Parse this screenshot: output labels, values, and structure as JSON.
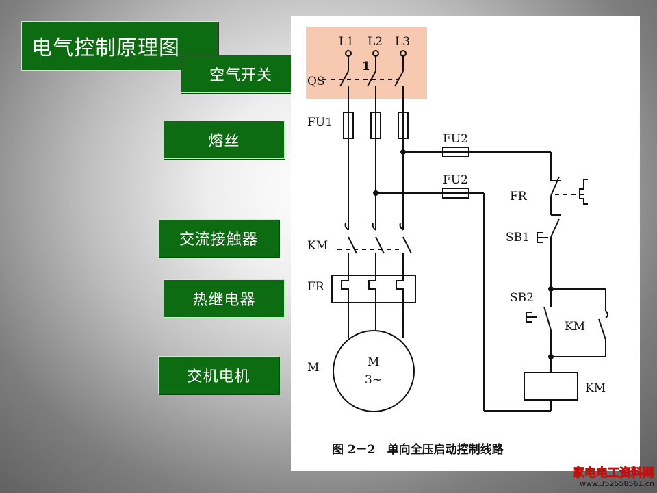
{
  "title": "电气控制原理图",
  "callouts": {
    "qs": "空气开关",
    "fu": "熔丝",
    "km": "交流接触器",
    "fr": "热继电器",
    "motor": "交机电机"
  },
  "diagram": {
    "phases": [
      "L1",
      "L2",
      "L3"
    ],
    "highlight_number": "1",
    "qs": "QS",
    "fu1": "FU1",
    "fu2_upper": "FU2",
    "fu2_lower": "FU2",
    "km_main": "KM",
    "fr_main": "FR",
    "motor_label": "M",
    "motor_inner_1": "M",
    "motor_inner_2": "3~",
    "fr_ctrl": "FR",
    "sb1": "SB1",
    "sb2": "SB2",
    "km_aux": "KM",
    "km_coil": "KM",
    "caption": "图 2－2　单向全压启动控制线路",
    "highlight_color": "#f7c9b0"
  },
  "watermark": {
    "site_name": "家电电工资料网",
    "url": "www.352558561.cn"
  }
}
